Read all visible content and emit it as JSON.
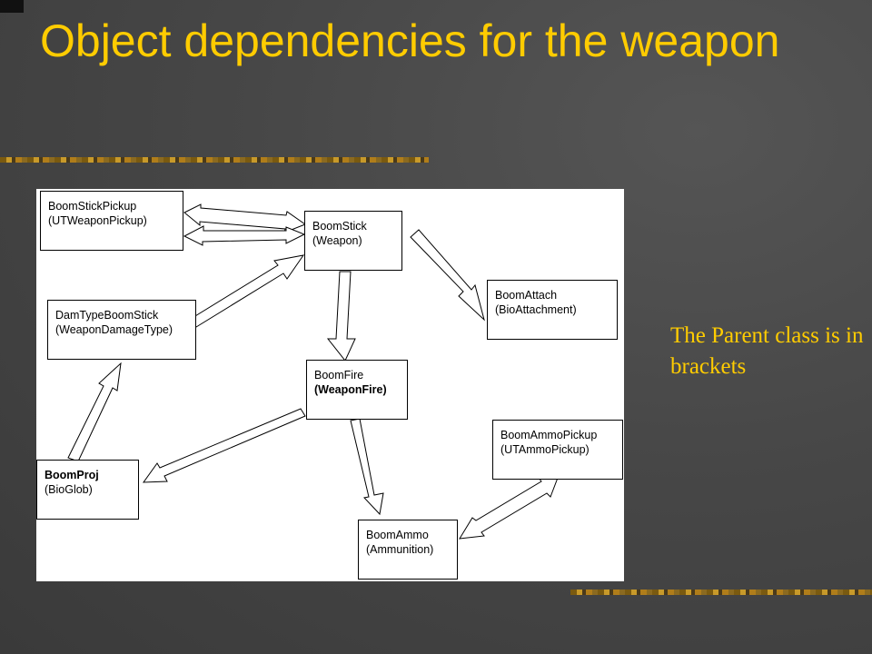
{
  "slide": {
    "title": "Object dependencies for the weapon",
    "note": "The Parent class is in brackets"
  },
  "diagram": {
    "nodes": [
      {
        "id": "boomstickpickup",
        "name": "BoomStickPickup",
        "parent": "(UTWeaponPickup)"
      },
      {
        "id": "boomstick",
        "name": "BoomStick",
        "parent": "(Weapon)"
      },
      {
        "id": "boomattach",
        "name": "BoomAttach",
        "parent": "(BioAttachment)"
      },
      {
        "id": "damtypeboomstick",
        "name": "DamTypeBoomStick",
        "parent": "(WeaponDamageType)"
      },
      {
        "id": "boomfire",
        "name": "BoomFire",
        "parent": "(WeaponFire)"
      },
      {
        "id": "boomammopickup",
        "name": "BoomAmmoPickup",
        "parent": "(UTAmmoPickup)"
      },
      {
        "id": "boomproj",
        "name": "BoomProj",
        "parent": "(BioGlob)"
      },
      {
        "id": "boomammo",
        "name": "BoomAmmo",
        "parent": "(Ammunition)"
      }
    ]
  }
}
